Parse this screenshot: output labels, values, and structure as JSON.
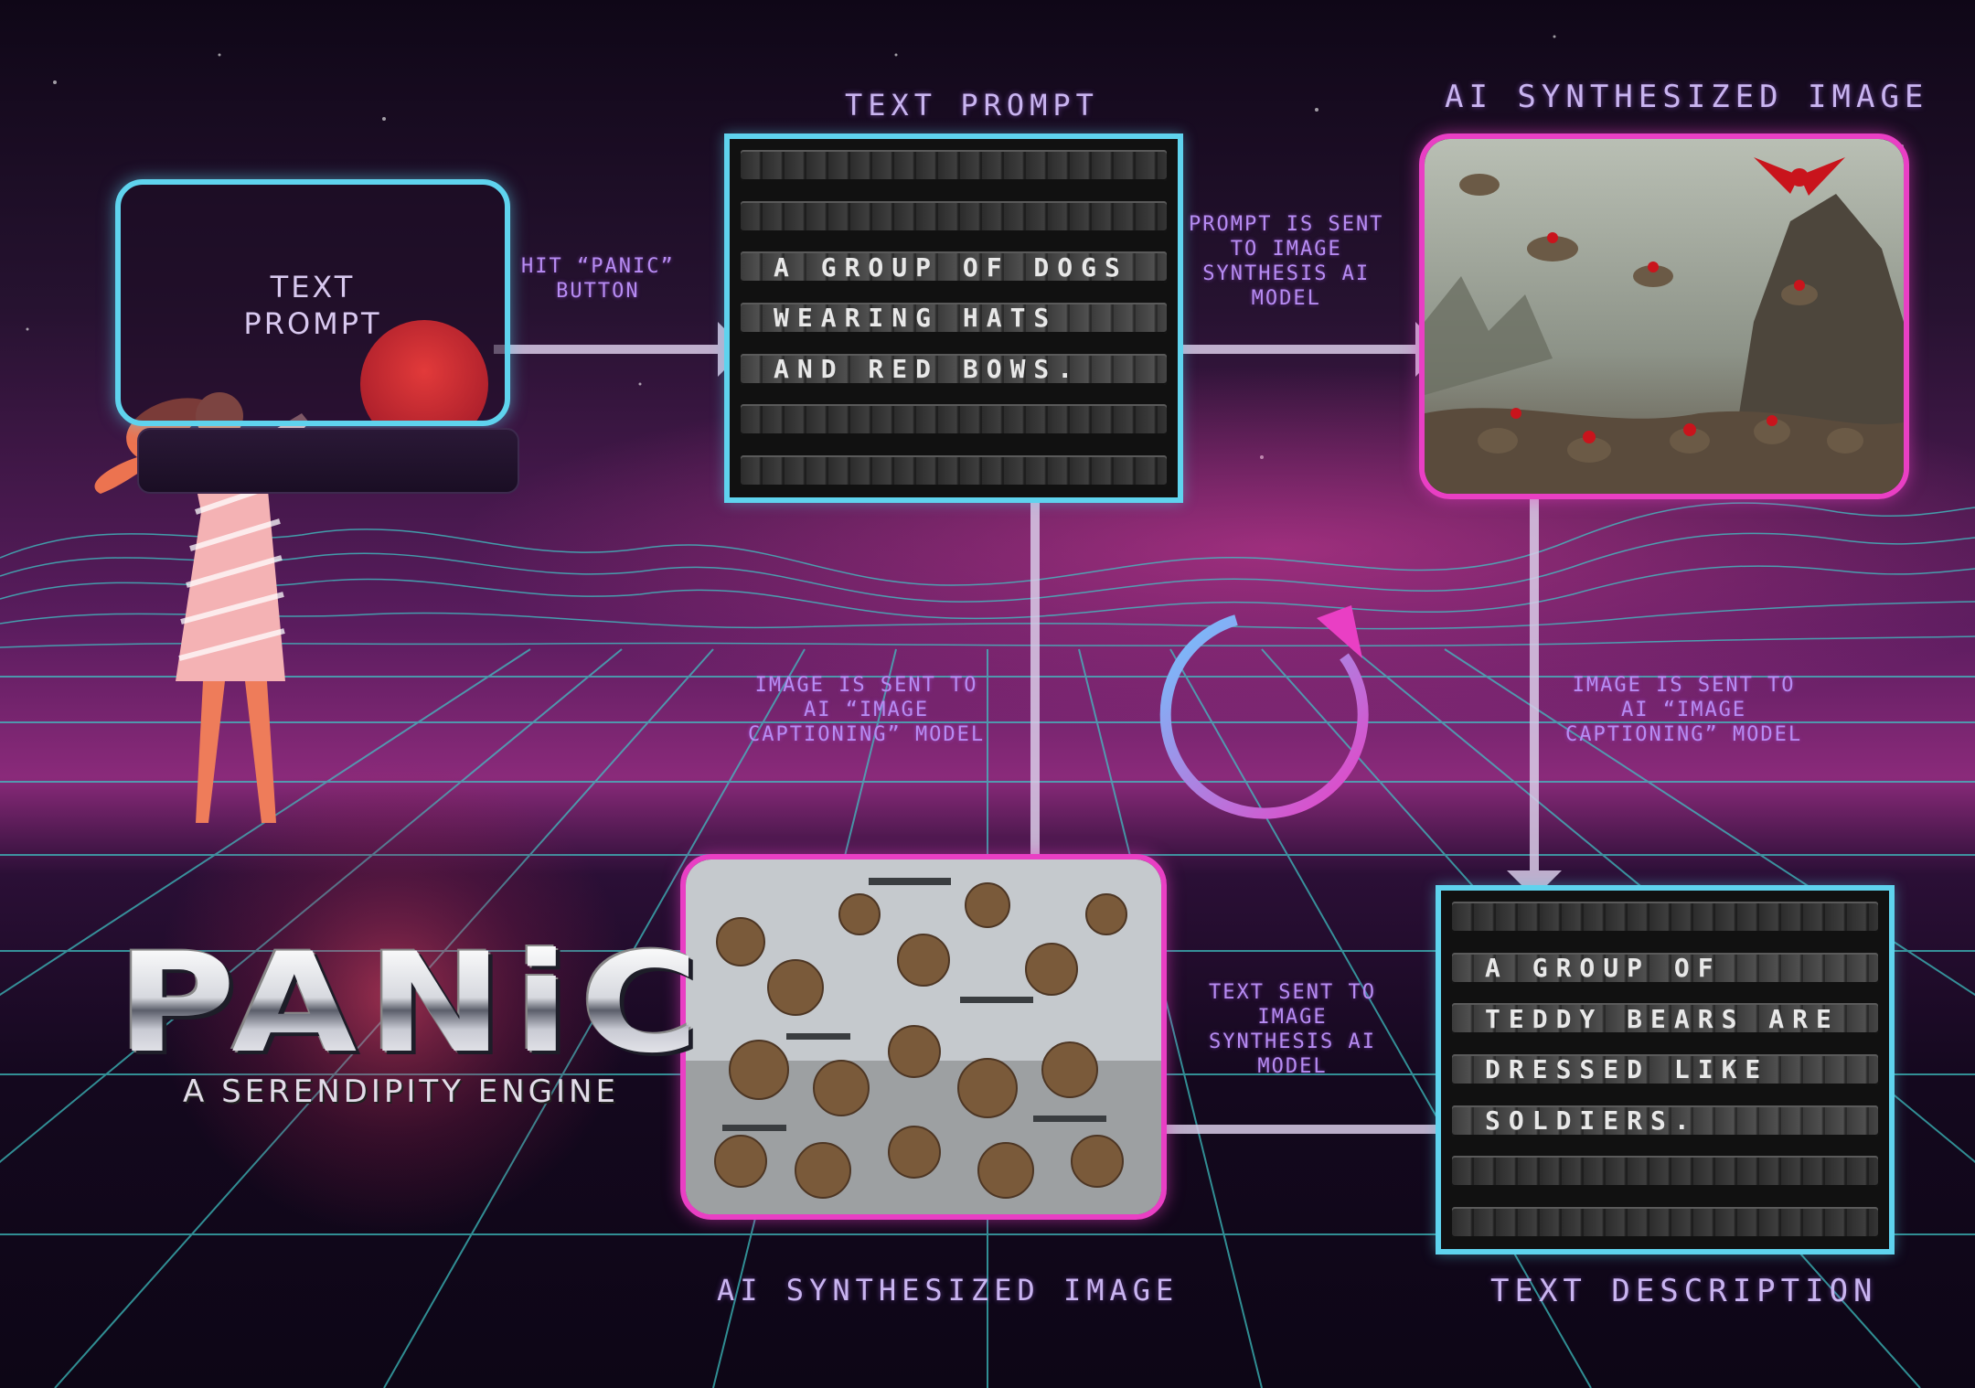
{
  "input_screen": {
    "line1": "TEXT",
    "line2": "PROMPT"
  },
  "labels": {
    "text_prompt_title": "TEXT PROMPT",
    "ai_image_top_title": "AI SYNTHESIZED IMAGE",
    "ai_image_bottom_title": "AI SYNTHESIZED IMAGE",
    "text_description_title": "TEXT DESCRIPTION"
  },
  "notes": {
    "hit_panic": [
      "HIT “PANIC”",
      "BUTTON"
    ],
    "prompt_sent": [
      "PROMPT IS SENT",
      "TO IMAGE",
      "SYNTHESIS AI",
      "MODEL"
    ],
    "image_sent_left": [
      "IMAGE IS SENT TO",
      "AI “IMAGE",
      "CAPTIONING” MODEL"
    ],
    "image_sent_right": [
      "IMAGE IS SENT TO",
      "AI “IMAGE",
      "CAPTIONING” MODEL"
    ],
    "text_sent": [
      "TEXT SENT TO",
      "IMAGE",
      "SYNTHESIS AI",
      "MODEL"
    ]
  },
  "prompt_board": {
    "lines": [
      "A GROUP OF DOGS",
      "WEARING HATS",
      "AND RED BOWS."
    ]
  },
  "description_board": {
    "lines": [
      "A GROUP OF",
      "TEDDY BEARS ARE",
      "DRESSED LIKE",
      "SOLDIERS."
    ]
  },
  "logo": {
    "title": "PANiC",
    "tagline": "A SERENDIPITY ENGINE"
  },
  "colors": {
    "cyan": "#5fd3ee",
    "magenta": "#e93fc4",
    "grid": "#3fc8c8",
    "label": "#c9b4f0"
  }
}
